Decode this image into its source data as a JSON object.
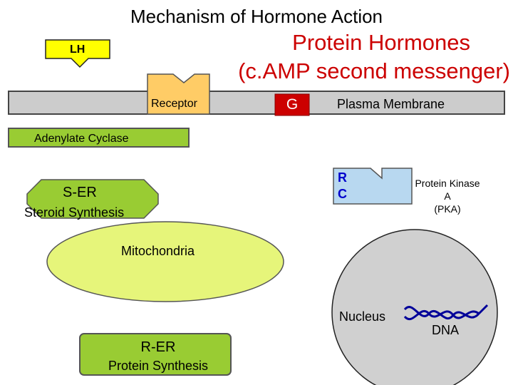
{
  "title": "Mechanism of Hormone Action",
  "subtitle_line1": "Protein Hormones",
  "subtitle_line2": "(c.AMP second messenger)",
  "hormone": {
    "label": "LH"
  },
  "membrane": {
    "receptor_label": "Receptor",
    "g_protein_label": "G",
    "label": "Plasma Membrane"
  },
  "adenylate_cyclase": {
    "label": "Adenylate Cyclase"
  },
  "ser": {
    "label": "S-ER",
    "function": "Steroid Synthesis"
  },
  "mitochondria": {
    "label": "Mitochondria"
  },
  "pka": {
    "r_label": "R",
    "c_label": "C",
    "label_line1": "Protein Kinase A",
    "label_line2": "(PKA)"
  },
  "nucleus": {
    "label": "Nucleus",
    "dna_label": "DNA"
  },
  "rer": {
    "label": "R-ER",
    "function": "Protein Synthesis"
  },
  "colors": {
    "title_red": "#cc0000",
    "lh_yellow": "#ffff00",
    "receptor_orange": "#ffcc66",
    "g_protein_red": "#cc0000",
    "membrane_gray": "#cccccc",
    "cyclase_green": "#99cc33",
    "ser_green": "#99cc33",
    "mito_yellow_green": "#e6f57a",
    "rc_blue": "#b8d8f0",
    "nucleus_gray": "#d0d0d0",
    "dna_blue": "#000099",
    "rer_green": "#99cc33"
  }
}
